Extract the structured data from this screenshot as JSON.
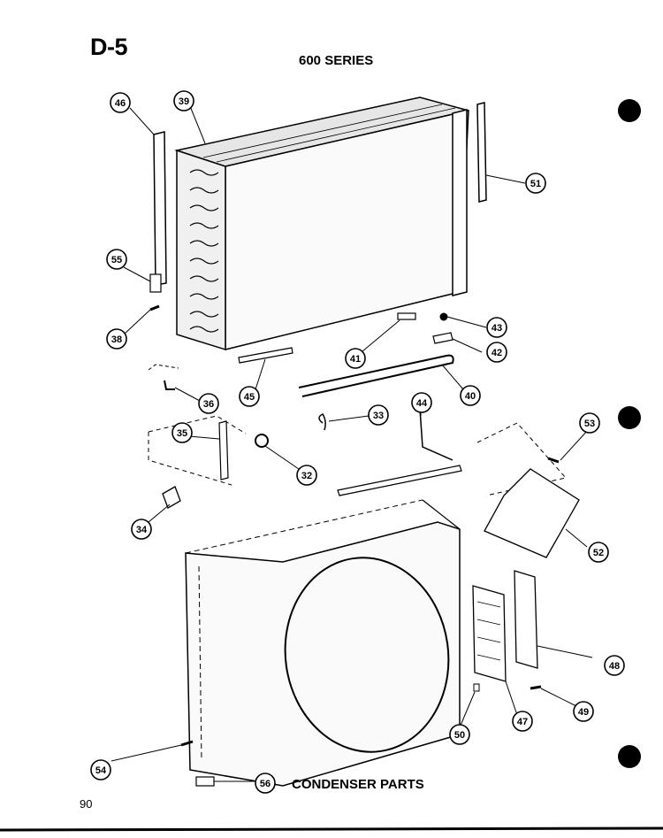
{
  "header": {
    "page_code": "D-5",
    "series": "600 SERIES"
  },
  "footer": {
    "caption": "CONDENSER PARTS",
    "page_number": "90"
  },
  "callouts": [
    "46",
    "39",
    "51",
    "55",
    "38",
    "43",
    "41",
    "42",
    "45",
    "36",
    "40",
    "33",
    "44",
    "35",
    "32",
    "53",
    "34",
    "52",
    "48",
    "47",
    "49",
    "50",
    "54",
    "56"
  ]
}
